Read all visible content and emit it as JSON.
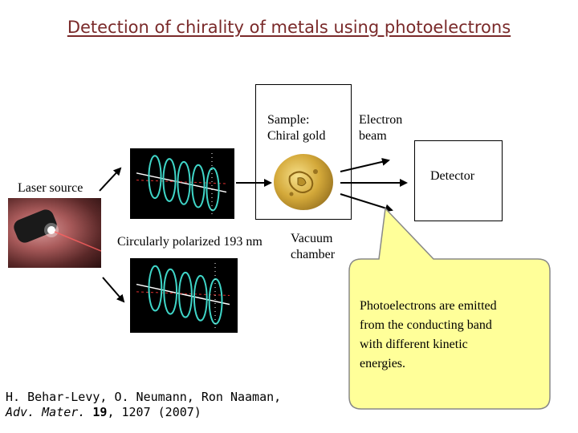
{
  "title": "Detection of chirality of metals using photoelectrons",
  "labels": {
    "sample_line1": "Sample:",
    "sample_line2": "Chiral gold",
    "electron_line1": "Electron",
    "electron_line2": "beam",
    "detector": "Detector",
    "laser_source": "Laser source",
    "polarized": "Circularly polarized 193 nm",
    "vacuum_line1": "Vacuum",
    "vacuum_line2": "chamber"
  },
  "callout": {
    "line1": "Photoelectrons are emitted",
    "line2": "from the conducting band",
    "line3": "with different kinetic",
    "line4": "energies.",
    "fill_color": "#ffff99"
  },
  "reference": {
    "authors": "H. Behar-Levy, O. Neumann, Ron Naaman,",
    "journal": "Adv. Mater.",
    "volume": "19",
    "pages_year": ", 1207 (2007)"
  },
  "colors": {
    "title": "#7a2a2a",
    "helix": "#3fd6c8",
    "gold": "#d4a93a"
  }
}
